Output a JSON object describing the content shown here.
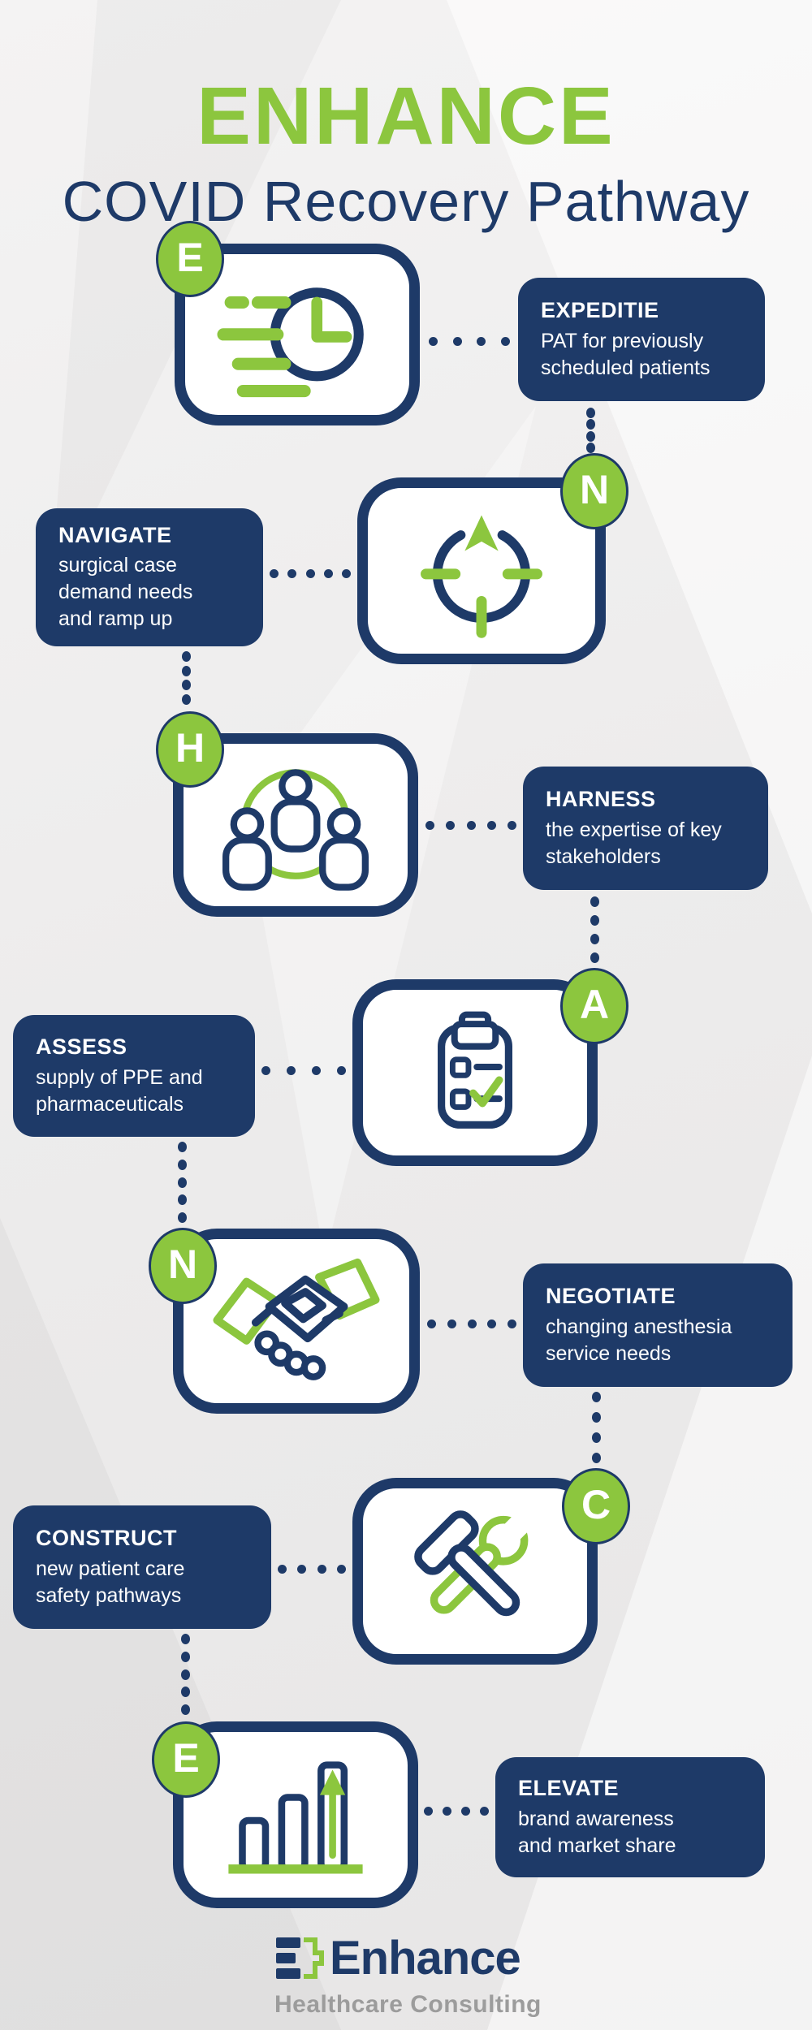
{
  "title": "ENHANCE",
  "subtitle": "COVID Recovery Pathway",
  "steps": [
    {
      "letter": "E",
      "icon": "clock-icon",
      "title": "EXPEDITIE",
      "lines": [
        "PAT for previously",
        "scheduled patients"
      ]
    },
    {
      "letter": "N",
      "icon": "compass-icon",
      "title": "NAVIGATE",
      "lines": [
        "surgical case",
        "demand needs",
        "and ramp up"
      ]
    },
    {
      "letter": "H",
      "icon": "stakeholders-icon",
      "title": "HARNESS",
      "lines": [
        "the expertise of key",
        "stakeholders"
      ]
    },
    {
      "letter": "A",
      "icon": "checklist-icon",
      "title": "ASSESS",
      "lines": [
        "supply of PPE and",
        "pharmaceuticals"
      ]
    },
    {
      "letter": "N",
      "icon": "handshake-icon",
      "title": "NEGOTIATE",
      "lines": [
        "changing anesthesia",
        "service needs"
      ]
    },
    {
      "letter": "C",
      "icon": "hammer-wrench-icon",
      "title": "CONSTRUCT",
      "lines": [
        "new patient care",
        "safety pathways"
      ]
    },
    {
      "letter": "E",
      "icon": "bar-chart-icon",
      "title": "ELEVATE",
      "lines": [
        "brand awareness",
        "and market share"
      ]
    }
  ],
  "footer": {
    "brand": "Enhance",
    "tagline": "Healthcare Consulting"
  },
  "colors": {
    "green": "#8CC63E",
    "navy": "#1E3A68",
    "callout_bg": "#1E3A68",
    "text_white": "#FFFFFF",
    "tagline_gray": "#9C9C9C",
    "background": "#ECECEC"
  }
}
